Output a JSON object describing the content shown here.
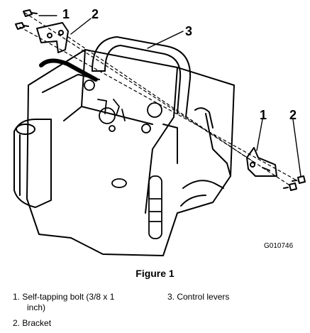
{
  "callouts": {
    "left_bolt": "1",
    "left_bracket": "2",
    "control_levers": "3",
    "right_bracket_bolt": "1",
    "right_bolt": "2"
  },
  "figure_code": "G010746",
  "caption": "Figure 1",
  "legend": {
    "item1_line1": "1. Self-tapping bolt (3/8 x 1",
    "item1_line2": "inch)",
    "item2": "2. Bracket",
    "item3": "3. Control levers"
  }
}
